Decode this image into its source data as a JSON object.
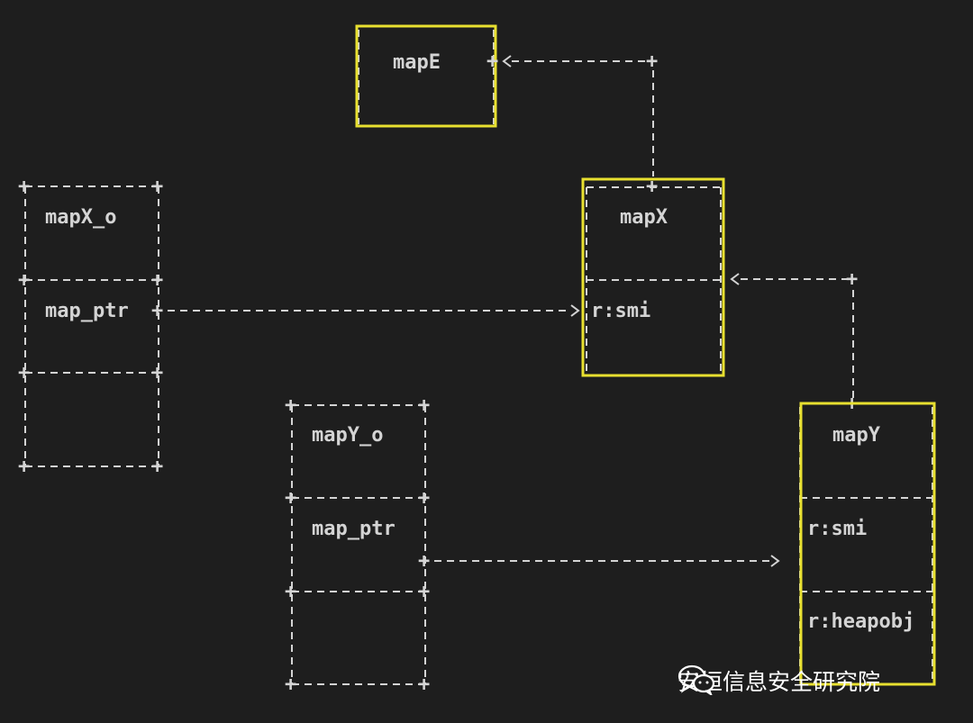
{
  "labels": {
    "mapE": "mapE",
    "mapX": "mapX",
    "mapX_smi": "r:smi",
    "mapY": "mapY",
    "mapY_smi": "r:smi",
    "mapY_heapobj": "r:heapobj",
    "mapX_o": "mapX_o",
    "mapX_o_ptr": "map_ptr",
    "mapY_o": "mapY_o",
    "mapY_o_ptr": "map_ptr"
  },
  "watermark": {
    "text": "安恒信息安全研究院",
    "icon": "wechat-icon"
  },
  "colors": {
    "background": "#1e1e1e",
    "text": "#d4d4d4",
    "highlight": "#e8e030"
  }
}
